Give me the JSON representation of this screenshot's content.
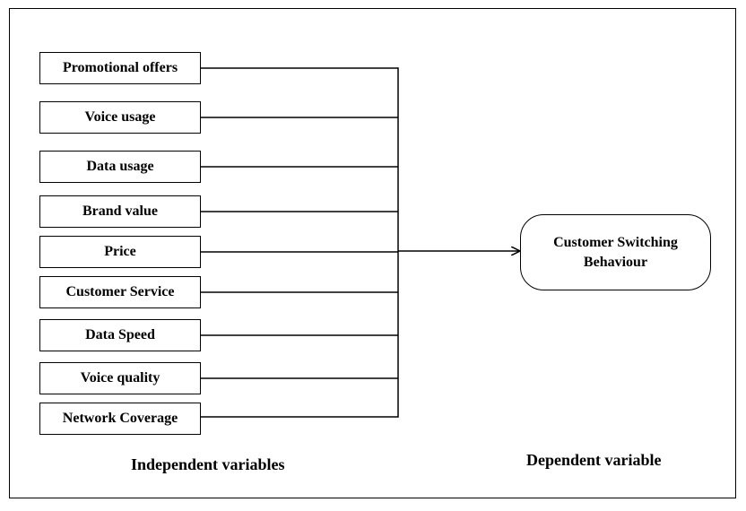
{
  "independent_variables": [
    "Promotional offers",
    "Voice usage",
    "Data usage",
    "Brand value",
    "Price",
    "Customer Service",
    "Data Speed",
    "Voice quality",
    "Network Coverage"
  ],
  "dependent_variable": {
    "line1": "Customer Switching",
    "line2": "Behaviour"
  },
  "captions": {
    "independent": "Independent variables",
    "dependent": "Dependent variable"
  }
}
